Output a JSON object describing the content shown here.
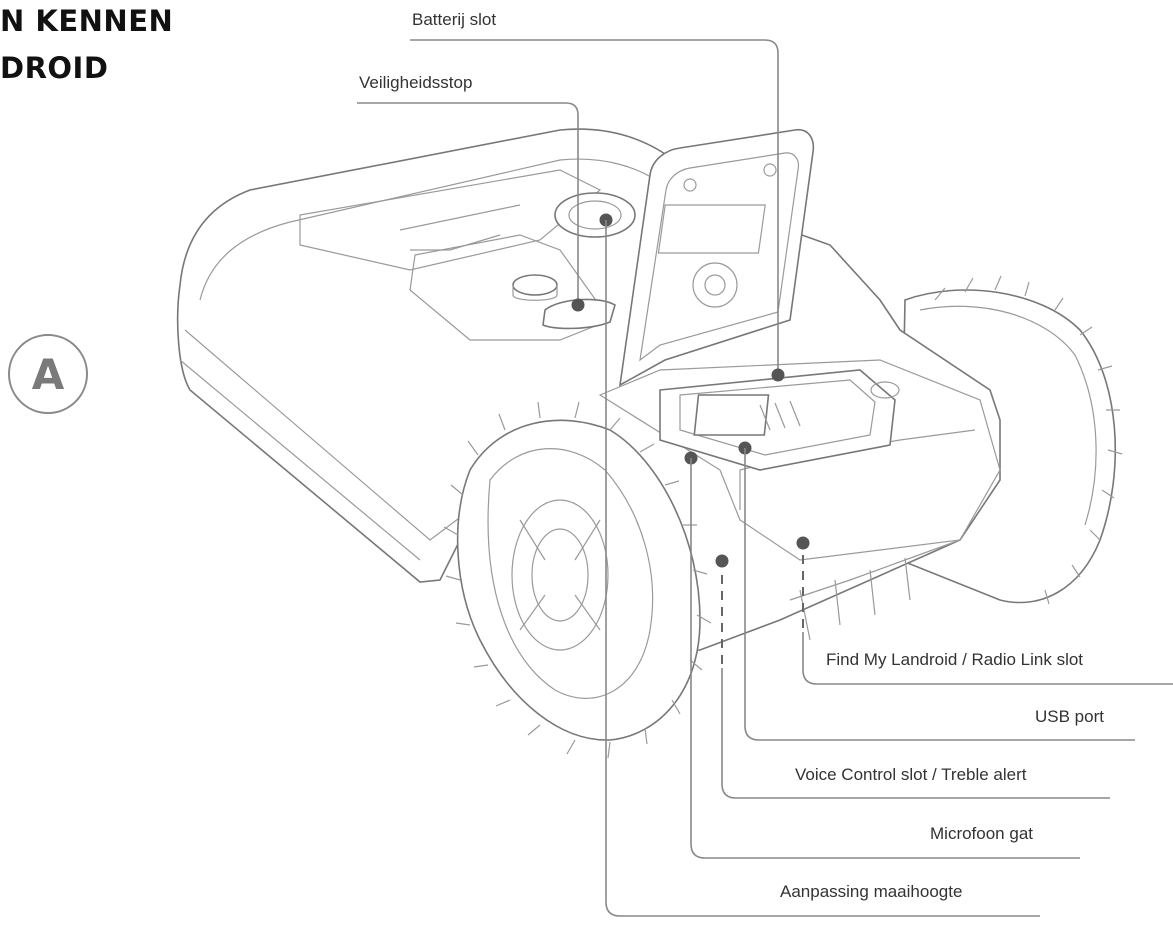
{
  "heading": {
    "line1": "N KENNEN",
    "line2": "DROID"
  },
  "badge": "A",
  "callouts": {
    "battery_slot": "Batterij slot",
    "safety_stop": "Veiligheidsstop",
    "find_my": "Find My Landroid / Radio Link slot",
    "usb": "USB port",
    "voice": "Voice Control slot / Treble alert",
    "microphone": "Microfoon gat",
    "cut_height": "Aanpassing maaihoogte"
  },
  "colors": {
    "line": "#777777",
    "text": "#333333",
    "dot": "#555555"
  }
}
